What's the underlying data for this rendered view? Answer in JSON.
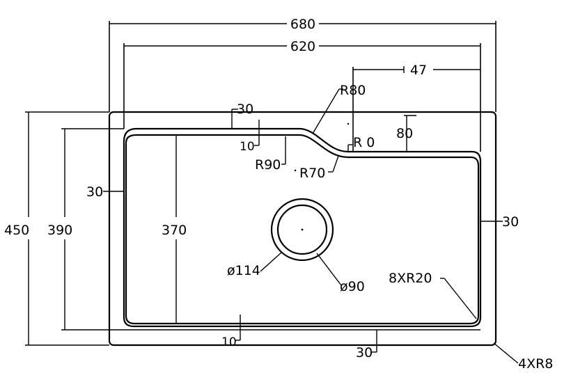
{
  "dimensions": {
    "overall_width": "680",
    "bowl_width": "620",
    "offset_47": "47",
    "radius_r80": "R80",
    "edge_30_top": "30",
    "offset_10_top": "10",
    "radius_r0": "R 0",
    "step_80": "80",
    "radius_r90": "R90",
    "radius_r70": "R70",
    "edge_30_left": "30",
    "edge_30_right": "30",
    "overall_height": "450",
    "bowl_height": "390",
    "inner_height": "370",
    "drain_outer": "ø114",
    "drain_inner": "ø90",
    "corner_radii": "8XR20",
    "offset_10_bottom": "10",
    "edge_30_bottom": "30",
    "outer_corners": "4XR8"
  },
  "colors": {
    "line": "#000000",
    "background": "#ffffff"
  }
}
